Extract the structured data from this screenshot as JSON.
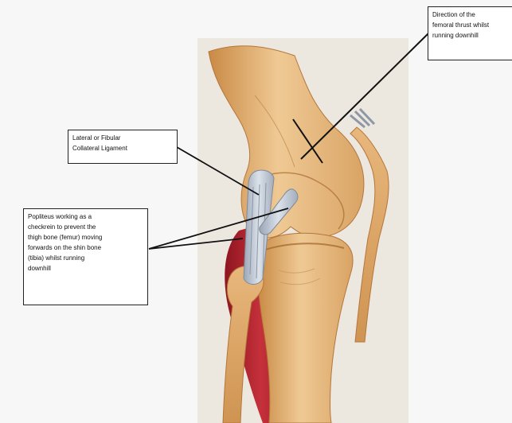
{
  "labels": {
    "direction": "Direction of the\nfemoral thrust whilst\nrunning downhill",
    "lateral": "Lateral or Fibular\nCollateral Ligament",
    "popliteus": "Popliteus working as a\ncheckrein to prevent the\nthigh bone (femur) moving\nforwards on the shin bone\n(tibia) whilst running\ndownhill"
  },
  "colors": {
    "background": "#f7f7f7",
    "bone": "#e9c08a",
    "bone_shadow": "#c98a45",
    "ligament": "#b8c2cf",
    "muscle": "#b8202c",
    "leader_line": "#111111"
  }
}
